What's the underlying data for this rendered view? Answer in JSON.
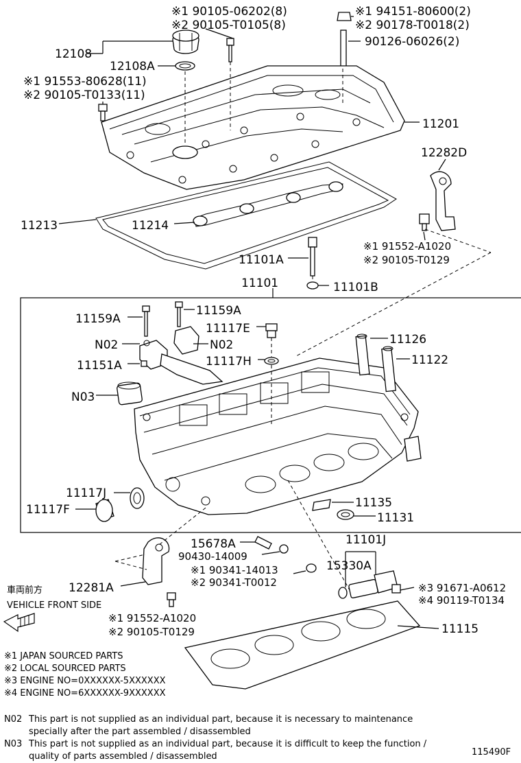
{
  "top_labels": {
    "p1a": "※1 90105-06202(8)",
    "p1b": "※2 90105-T0105(8)",
    "p2a": "※1 94151-80600(2)",
    "p2b": "※2 90178-T0018(2)",
    "p3": "90126-06026(2)",
    "p4": "12108",
    "p5": "12108A",
    "p6a": "※1 91553-80628(11)",
    "p6b": "※2 90105-T0133(11)",
    "p7": "11201",
    "p8": "12282D",
    "p9": "11213",
    "p10": "11214",
    "p11a": "※1 91552-A1020",
    "p11b": "※2 90105-T0129",
    "p12": "11101A",
    "p13": "11101B",
    "p14": "11101"
  },
  "box_labels": {
    "b1": "11159A",
    "b2": "11159A",
    "b3": "11117E",
    "b4": "N02",
    "b5": "N02",
    "b6": "11126",
    "b7": "11151A",
    "b8": "11117H",
    "b9": "11122",
    "b10": "N03",
    "b11": "11117J",
    "b12": "11117F",
    "b13": "11135",
    "b14": "11131"
  },
  "bottom_labels": {
    "c1": "15678A",
    "c2": "11101J",
    "c3": "90430-14009",
    "c4a": "※1 90341-14013",
    "c4b": "※2 90341-T0012",
    "c5": "15330A",
    "c6": "12281A",
    "c7a": "※3 91671-A0612",
    "c7b": "※4 90119-T0134",
    "c8a": "※1 91552-A1020",
    "c8b": "※2 90105-T0129",
    "c9": "11115"
  },
  "vehicle_front": {
    "jp": "車両前方",
    "en": "VEHICLE FRONT SIDE"
  },
  "legend": [
    "※1 JAPAN SOURCED PARTS",
    "※2 LOCAL SOURCED PARTS",
    "※3 ENGINE NO=0XXXXXX-5XXXXXX",
    "※4 ENGINE NO=6XXXXXX-9XXXXXX"
  ],
  "notes": {
    "n02_code": "N02",
    "n02_line1": "This part is not supplied as an individual part, because it is necessary to maintenance",
    "n02_line2": "specially after the part assembled / disassembled",
    "n03_code": "N03",
    "n03_line1": "This part is not supplied as an individual part, because it is difficult to keep the function /",
    "n03_line2": "quality of parts  assembled / disassembled"
  },
  "figure_id": "115490F"
}
